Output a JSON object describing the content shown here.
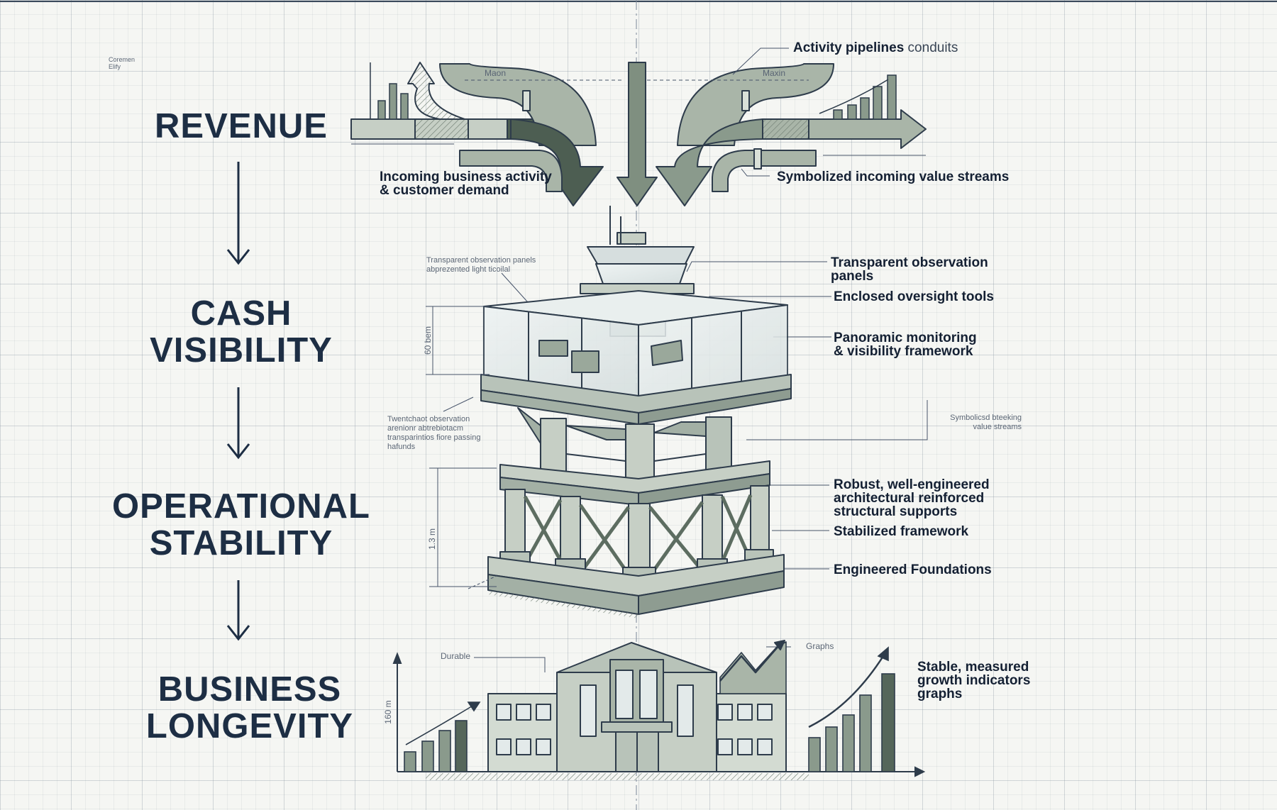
{
  "flow": {
    "stages": [
      {
        "lines": [
          "REVENUE"
        ]
      },
      {
        "lines": [
          "CASH",
          "VISIBILITY"
        ]
      },
      {
        "lines": [
          "OPERATIONAL",
          "STABILITY"
        ]
      },
      {
        "lines": [
          "BUSINESS",
          "LONGEVITY"
        ]
      }
    ]
  },
  "callouts": {
    "activity_pipelines": {
      "bold": "Activity pipelines",
      "light": " conduits"
    },
    "incoming_activity": [
      "Incoming business activity",
      "& customer demand"
    ],
    "value_streams": "Symbolized incoming value streams",
    "transparent_panels": [
      "Transparent observation",
      "panels"
    ],
    "oversight_tools": "Enclosed oversight tools",
    "panoramic": [
      "Panoramic monitoring",
      "& visibility framework"
    ],
    "robust_supports": [
      "Robust, well-engineered",
      "architectural reinforced",
      "structural supports"
    ],
    "stabilized_framework": "Stabilized framework",
    "foundations": "Engineered Foundations",
    "growth_indicators": [
      "Stable, measured",
      "growth indicators",
      "graphs"
    ]
  },
  "notes": {
    "corner": [
      "Coremen",
      "Elify"
    ],
    "panels_small": [
      "Transparent observation panels",
      "abprezented light ticoilal"
    ],
    "tower_left": [
      "Twentchaot observation",
      "arenionr abtrebiotacm",
      "transparintios fiore passing",
      "hafunds"
    ],
    "streams_small": [
      "Symbolicsd bteeking",
      "value streams"
    ],
    "durable": "Durable",
    "graphs": "Graphs"
  },
  "dimensions": {
    "main_left": "Maon",
    "main_right": "Maxin",
    "tower_upper": "60 bem",
    "tower_lower": "1.3 m",
    "building_height": "160 m"
  },
  "colors": {
    "ink": "#1d2e44",
    "pipe_light": "#a9b5a8",
    "pipe_mid": "#7f8f80",
    "pipe_dark": "#4d5e52",
    "bar_fill": "#8a9a8c",
    "bar_dark": "#55665a",
    "glass": "#e3eaea"
  },
  "icons": {
    "flow_arrow": "arrow-down-icon",
    "flow_arrow_glyph": "↓"
  }
}
